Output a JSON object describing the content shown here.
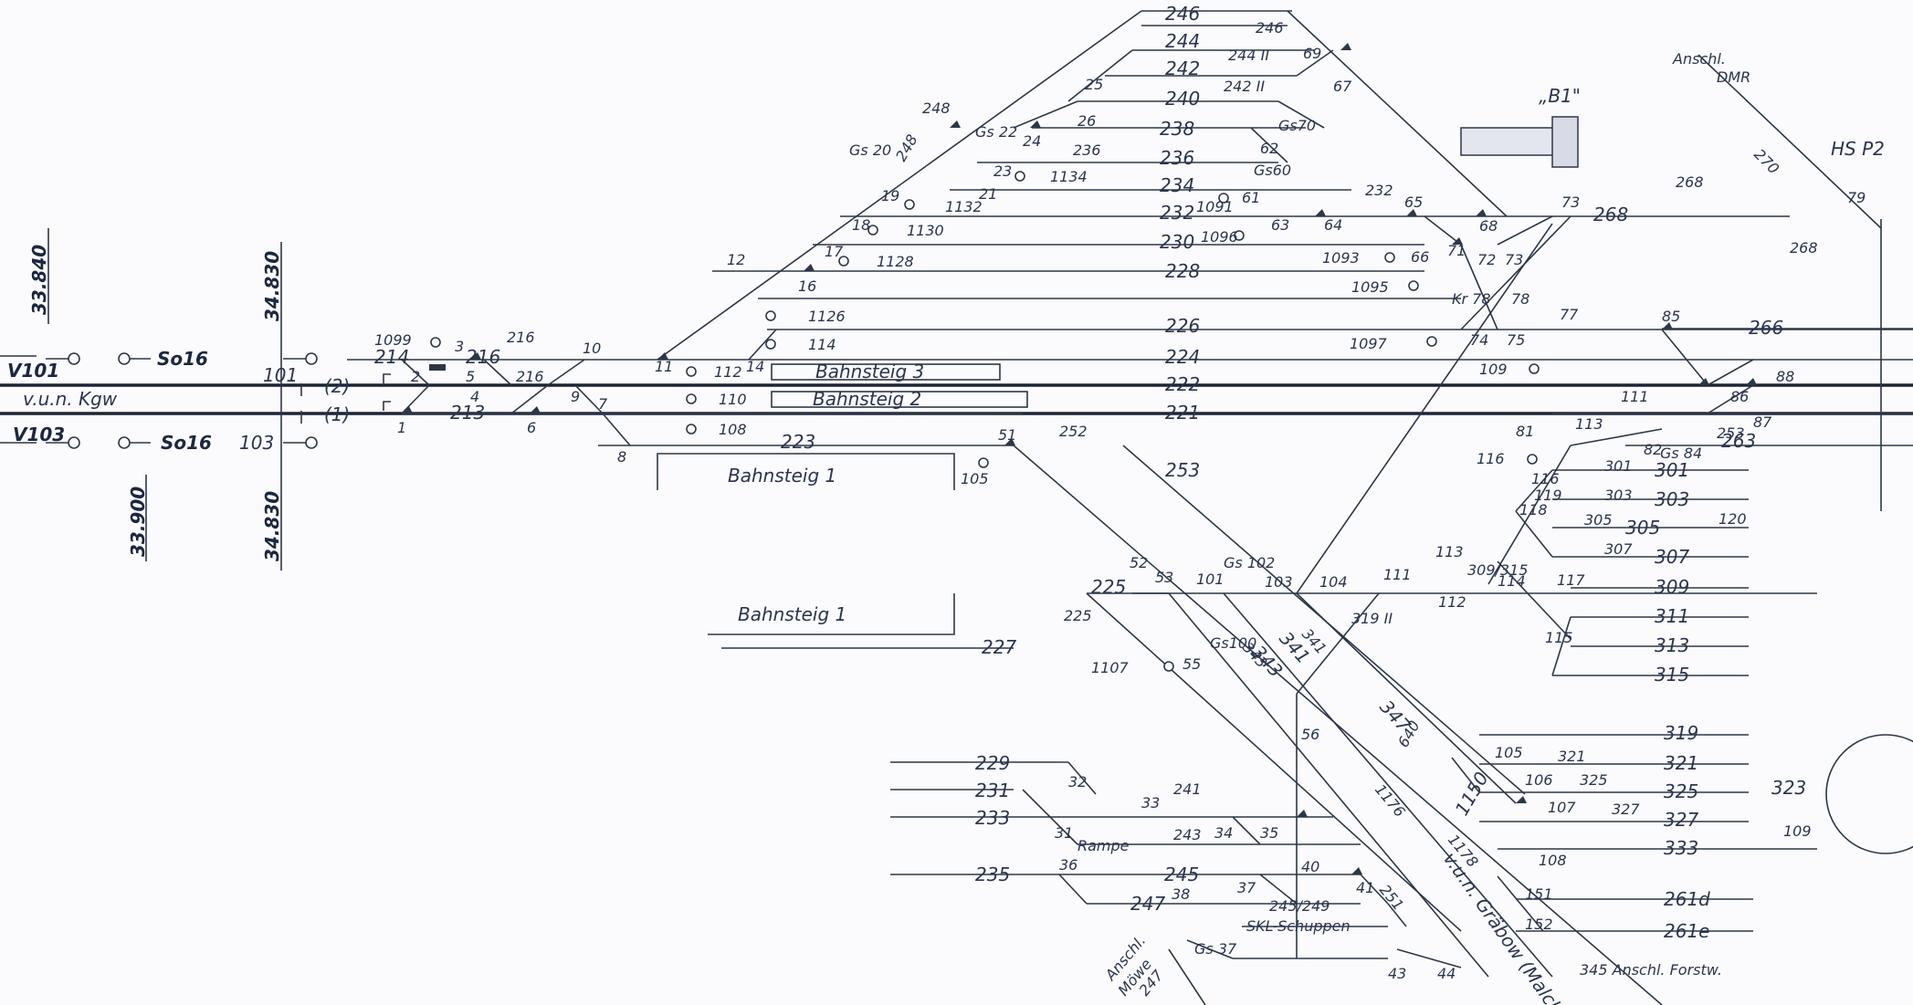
{
  "km": {
    "left_top": "33.840",
    "left_bottom": "33.900",
    "mid_top": "34.830",
    "mid_bottom": "34.830"
  },
  "signals": {
    "v101": "V101",
    "v103": "V103",
    "so16_top": "So16",
    "so16_bottom": "So16",
    "s101": "101",
    "s103": "103",
    "s1099": "1099",
    "gs20": "Gs 20",
    "gs22": "Gs 22",
    "gs70": "Gs70",
    "gs60": "Gs60",
    "gs102": "Gs 102",
    "gs100": "Gs100",
    "gs84": "Gs 84",
    "gs37": "Gs 37"
  },
  "lines": {
    "kgw": "v.u.n. Kgw",
    "track2": "(2)",
    "track1": "(1)",
    "anschl_dmr_1": "Anschl.",
    "anschl_dmr_2": "DMR",
    "hs": "HS P2",
    "b1": "„B1\"",
    "zehdenick": "v.u.n. Gräbow (Malchin)",
    "anschl_forstw": "345 Anschl. Forstw.",
    "anschl_moewe_1": "Anschl.",
    "anschl_moewe_2": "Möwe",
    "rampe": "Rampe",
    "skl": "SKL-Schuppen"
  },
  "platforms": {
    "p3": "Bahnsteig 3",
    "p2": "Bahnsteig 2",
    "p1a": "Bahnsteig 1",
    "p1b": "Bahnsteig 1"
  },
  "tracks": {
    "t246": "246",
    "t244": "244",
    "t242": "242",
    "t240": "240",
    "t238": "238",
    "t236": "236",
    "t234": "234",
    "t232": "232",
    "t230": "230",
    "t228": "228",
    "t226": "226",
    "t224": "224",
    "t222": "222",
    "t221": "221",
    "t223": "223",
    "t253": "253",
    "t268": "268",
    "t266": "266",
    "t263": "263",
    "t214": "214",
    "t216": "216",
    "t213": "213",
    "t225": "225",
    "t227": "227",
    "t229": "229",
    "t231": "231",
    "t233": "233",
    "t235": "235",
    "t245": "245",
    "t247": "247",
    "t249": "249",
    "t251": "251",
    "t301": "301",
    "t303": "303",
    "t305": "305",
    "t307": "307",
    "t309": "309",
    "t311": "311",
    "t313": "313",
    "t315": "315",
    "t319": "319",
    "t321": "321",
    "t325": "325",
    "t327": "327",
    "t333": "333",
    "t323": "323",
    "t261d": "261d",
    "t261e": "261e",
    "t341": "341",
    "t343": "343",
    "t347": "347"
  },
  "switches": {
    "w1": "1",
    "w2": "2",
    "w3": "3",
    "w4": "4",
    "w5": "5",
    "w6": "6",
    "w7": "7",
    "w8": "8",
    "w9": "9",
    "w10": "10",
    "w11": "11",
    "w12": "12",
    "w14": "14",
    "w16": "16",
    "w17": "17",
    "w18": "18",
    "w19": "19",
    "w21": "21",
    "w23": "23",
    "w24": "24",
    "w25": "25",
    "w26": "26",
    "w31": "31",
    "w32": "32",
    "w33": "33",
    "w34": "34",
    "w35": "35",
    "w36": "36",
    "w37": "37",
    "w38": "38",
    "w40": "40",
    "w41": "41",
    "w43": "43",
    "w44": "44",
    "w51": "51",
    "w52": "52",
    "w53": "53",
    "w55": "55",
    "w56": "56",
    "w61": "61",
    "w62": "62",
    "w63": "63",
    "w64": "64",
    "w65": "65",
    "w66": "66",
    "w67": "67",
    "w68": "68",
    "w69": "69",
    "w71": "71",
    "w72": "72",
    "w73": "73",
    "w73b": "73",
    "w74": "74",
    "w75": "75",
    "w77": "77",
    "w78": "78",
    "w79": "79",
    "w81": "81",
    "w82": "82",
    "w85": "85",
    "w86": "86",
    "w87": "87",
    "w88": "88",
    "w101": "101",
    "w103": "103",
    "w104": "104",
    "w105": "105",
    "w106": "106",
    "w107": "107",
    "w108": "108",
    "w109": "109",
    "w111": "111",
    "w111b": "111",
    "w112": "112",
    "w113": "113",
    "w113b": "113",
    "w114": "114",
    "w115": "115",
    "w116": "116",
    "w117": "117",
    "w118": "118",
    "w119": "119",
    "w120": "120",
    "w151": "151",
    "w152": "152",
    "kr78": "Kr 78"
  },
  "dwarf_signals": {
    "d105": "105",
    "d108": "108",
    "d109": "109",
    "d110": "110",
    "d112": "112",
    "d114": "114",
    "d116": "116",
    "d1093": "1093",
    "d1095": "1095",
    "d1097": "1097",
    "d1107": "1107",
    "d1126": "1126",
    "d1128": "1128",
    "d1130": "1130",
    "d1132": "1132",
    "d1134": "1134",
    "d1150": "1150",
    "d1176": "1176",
    "d1091": "1091",
    "d1096": "1096",
    "d1178": "1178",
    "d248": "248",
    "d248b": "248",
    "d252": "252",
    "d270": "270",
    "d268": "268",
    "d268b": "268",
    "d232": "232",
    "d246": "246",
    "d244": "244 II",
    "d242": "242 II",
    "d236": "236",
    "d216": "216",
    "d216b": "216",
    "d319": "319 II",
    "d301": "301",
    "d303": "303",
    "d305": "305",
    "d307": "307",
    "d309": "309/315",
    "d321": "321",
    "d325": "325",
    "d327": "327",
    "d341": "341",
    "d343": "343",
    "d241": "241",
    "d243": "243",
    "d251": "251",
    "d245": "245/249",
    "d247": "247",
    "d225": "225",
    "d253": "253",
    "d640": "640"
  }
}
